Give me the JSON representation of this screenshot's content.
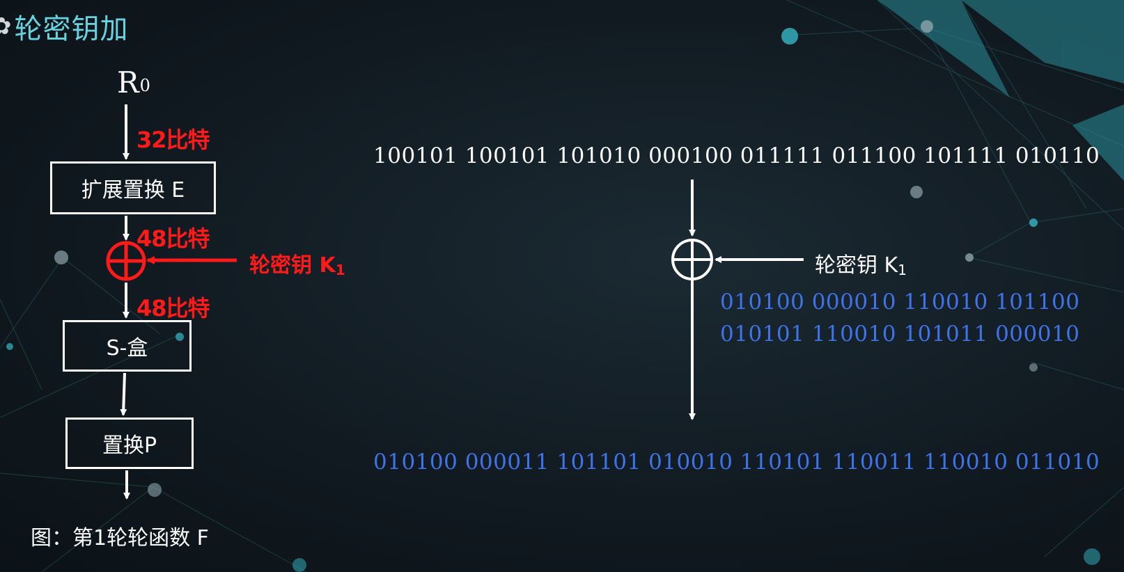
{
  "title": "轮密钥加",
  "diagram": {
    "input_label": "R",
    "input_sub": "0",
    "bits_32": "32比特",
    "bits_48_a": "48比特",
    "bits_48_b": "48比特",
    "expansion_box": "扩展置换 E",
    "sbox": "S-盒",
    "perm_box": "置换P",
    "key_label": "轮密钥 K",
    "key_sub": "1",
    "caption": "图：第1轮轮函数 F"
  },
  "example": {
    "input_bits": "100101 100101 101010 000100 011111 011100 101111 010110",
    "key_label": "轮密钥 K",
    "key_sub": "1",
    "key_line1": "010100 000010 110010 101100",
    "key_line2": "010101 110010 101011 000010",
    "result_bits": "010100 000011 101101 010010 110101 110011 110010 011010"
  },
  "colors": {
    "title": "#67d3df",
    "highlight": "#ff1a1a",
    "binary_blue": "#3f73e8",
    "background": "#111a21"
  }
}
